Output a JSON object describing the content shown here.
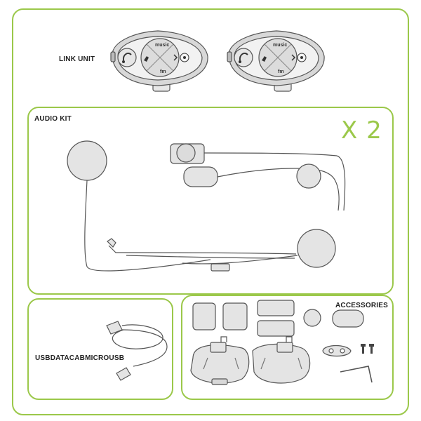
{
  "labels": {
    "link_unit": "LINK UNIT",
    "audio_kit": "AUDIO KIT",
    "quantity": "X 2",
    "usb_cable": "USBDATACABMICROUSB",
    "accessories": "ACCESSORIES"
  },
  "unit_buttons": {
    "music": "music",
    "fm": "fm"
  },
  "colors": {
    "frame": "#9bc84a",
    "part_fill": "#e4e4e4",
    "outline": "#555555"
  }
}
